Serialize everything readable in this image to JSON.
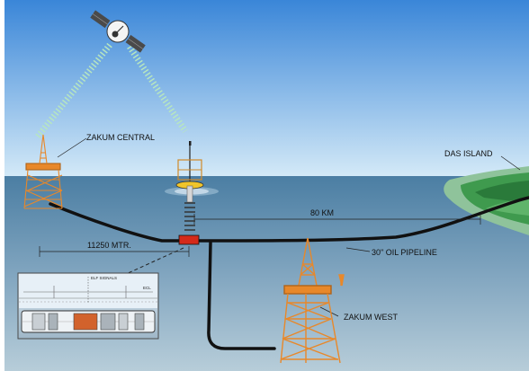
{
  "labels": {
    "zakum_central": "ZAKUM CENTRAL",
    "das_island": "DAS ISLAND",
    "distance_km": "80 KM",
    "distance_mtr": "11250 MTR.",
    "pipeline": "30\" OIL PIPELINE",
    "zakum_west": "ZAKUM WEST"
  },
  "inset": {
    "signal_label": "ELF SIGNALS",
    "side_label": "ECL"
  },
  "colors": {
    "sky_top": "#3a86d8",
    "sky_bottom": "#cfe6f6",
    "sea_top": "#4d7fa2",
    "sea_bottom": "#a8c3d3",
    "tower": "#e8882a",
    "pipeline": "#111111",
    "signal_beam": "#a9e0b5",
    "island_green": "#3f9a4e",
    "sensor_red": "#d42a1a"
  }
}
